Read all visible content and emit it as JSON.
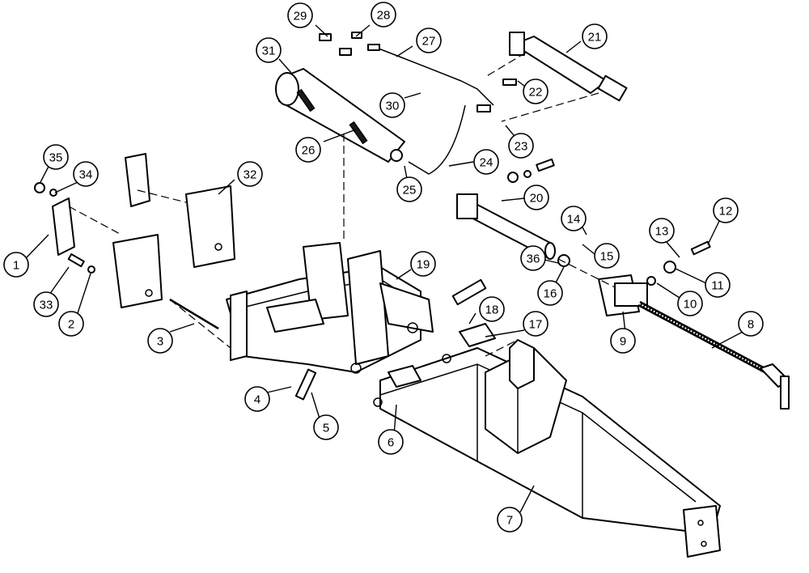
{
  "diagram": {
    "type": "exploded parts diagram",
    "callouts": [
      {
        "label": "1"
      },
      {
        "label": "2"
      },
      {
        "label": "3"
      },
      {
        "label": "4"
      },
      {
        "label": "5"
      },
      {
        "label": "6"
      },
      {
        "label": "7"
      },
      {
        "label": "8"
      },
      {
        "label": "9"
      },
      {
        "label": "10"
      },
      {
        "label": "11"
      },
      {
        "label": "12"
      },
      {
        "label": "13"
      },
      {
        "label": "14"
      },
      {
        "label": "15"
      },
      {
        "label": "16"
      },
      {
        "label": "17"
      },
      {
        "label": "18"
      },
      {
        "label": "19"
      },
      {
        "label": "20"
      },
      {
        "label": "21"
      },
      {
        "label": "22"
      },
      {
        "label": "23"
      },
      {
        "label": "24"
      },
      {
        "label": "25"
      },
      {
        "label": "26"
      },
      {
        "label": "27"
      },
      {
        "label": "28"
      },
      {
        "label": "29"
      },
      {
        "label": "30"
      },
      {
        "label": "31"
      },
      {
        "label": "32"
      },
      {
        "label": "33"
      },
      {
        "label": "34"
      },
      {
        "label": "35"
      },
      {
        "label": "36"
      }
    ]
  }
}
